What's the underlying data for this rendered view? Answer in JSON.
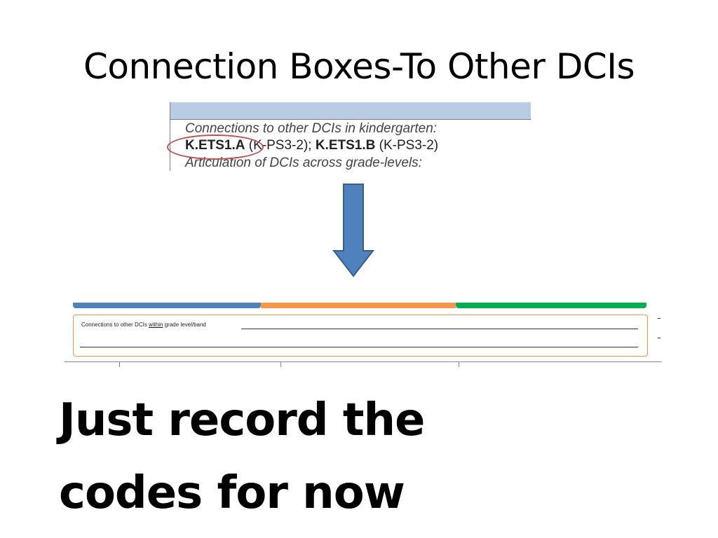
{
  "slide": {
    "title": "Connection Boxes-To Other DCIs",
    "tagline_line1": "Just record the",
    "tagline_line2": "codes for now"
  },
  "top_snippet": {
    "line1": "Connections to other DCIs in kindergarten:",
    "code1": "K.ETS1.A",
    "ref1": " (K-PS3-2); ",
    "code2": "K.ETS1.B",
    "ref2": " (K-PS3-2)",
    "line3": "Articulation of DCIs across grade-levels:"
  },
  "bottom_snippet": {
    "label_prefix": "Connections  to other DCIs ",
    "label_underlined": "within",
    "label_suffix": " grade level/band"
  },
  "colors": {
    "arrow": "#4f81bd",
    "circle": "#c0504d",
    "bar_blue": "#4f81bd",
    "bar_orange": "#f79646",
    "bar_green": "#00b050"
  }
}
